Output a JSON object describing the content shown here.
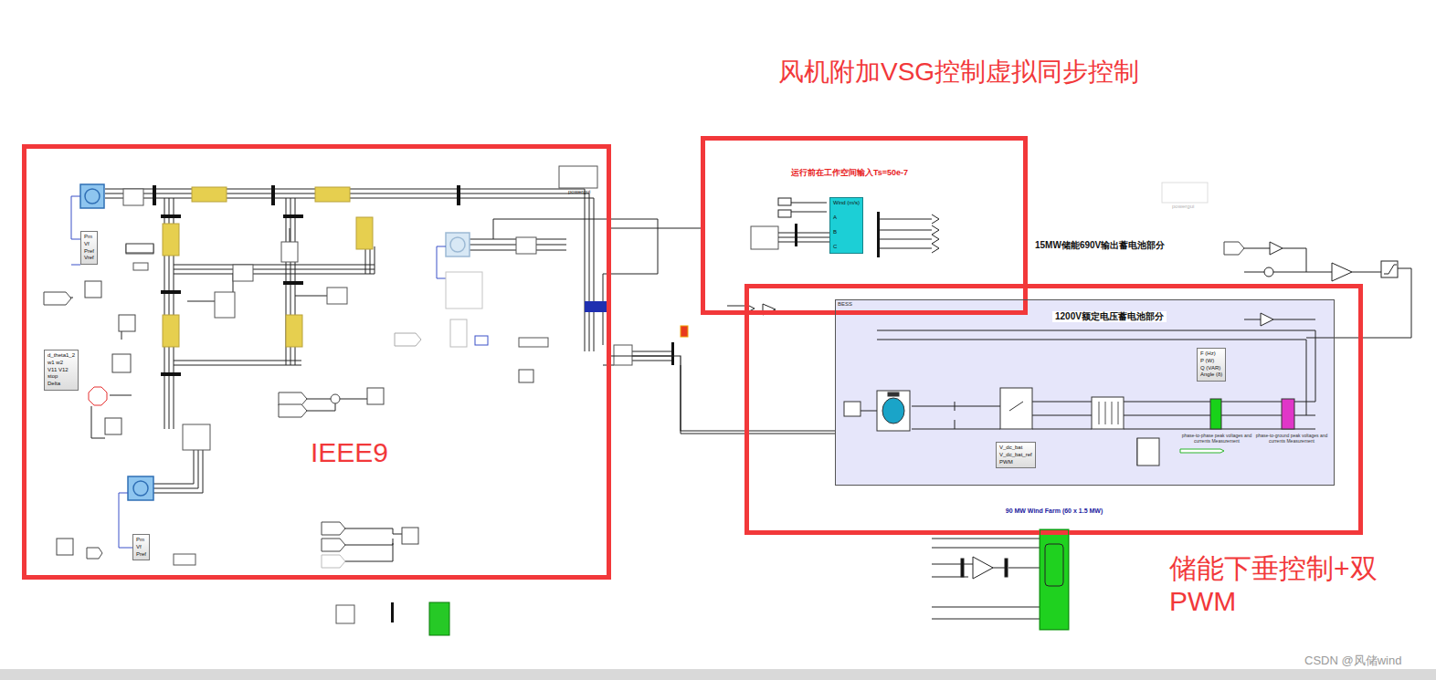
{
  "diagram": {
    "nodes": [
      {
        "text": [
          "IEEE9"
        ]
      },
      {
        "text": [
          "Pm",
          "Vf",
          "Pref",
          "Vref"
        ],
        "in": 0
      },
      {
        "text": [
          "d_theta1_2",
          "w1 w2",
          "V11 V12",
          "stop",
          "Delta"
        ],
        "in": 0
      },
      {
        "text": [
          "Pm",
          "Vf",
          "Pref"
        ],
        "in": 0
      },
      {
        "text": [
          "风机附加VSG控制虚拟同步控制",
          "运行前在工作空间输入Ts=50e-7"
        ]
      },
      {
        "text": [
          "Wind (m/s)",
          "A",
          "B",
          "C"
        ],
        "in": 4
      },
      {
        "text": [
          "储能下垂控制+双PWM"
        ]
      },
      {
        "text": [
          "BESS",
          "1200V额定电压蓄电池部分"
        ],
        "in": 6
      },
      {
        "text": [
          "F (Hz)",
          "P (W)",
          "Q (VAR)",
          "Angle (δ)"
        ],
        "in": 7
      },
      {
        "text": [
          "V_dc_bat",
          "V_dc_bat_ref",
          "PWM"
        ],
        "in": 7
      },
      {
        "text": [
          "90 MW Wind Farm (60 x 1.5 MW)"
        ]
      }
    ],
    "edges": [
      {
        "from": 0,
        "to": 4,
        "arrow": "none"
      },
      {
        "from": 0,
        "to": 7,
        "arrow": "none"
      }
    ],
    "labels": [
      "powergui",
      "powergui",
      "15MW储能690V输出蓄电池部分",
      "phase-to-phase peak voltages and currents Measurement",
      "phase-to-ground peak voltages and currents Measurement",
      "CSDN @风储wind"
    ]
  }
}
